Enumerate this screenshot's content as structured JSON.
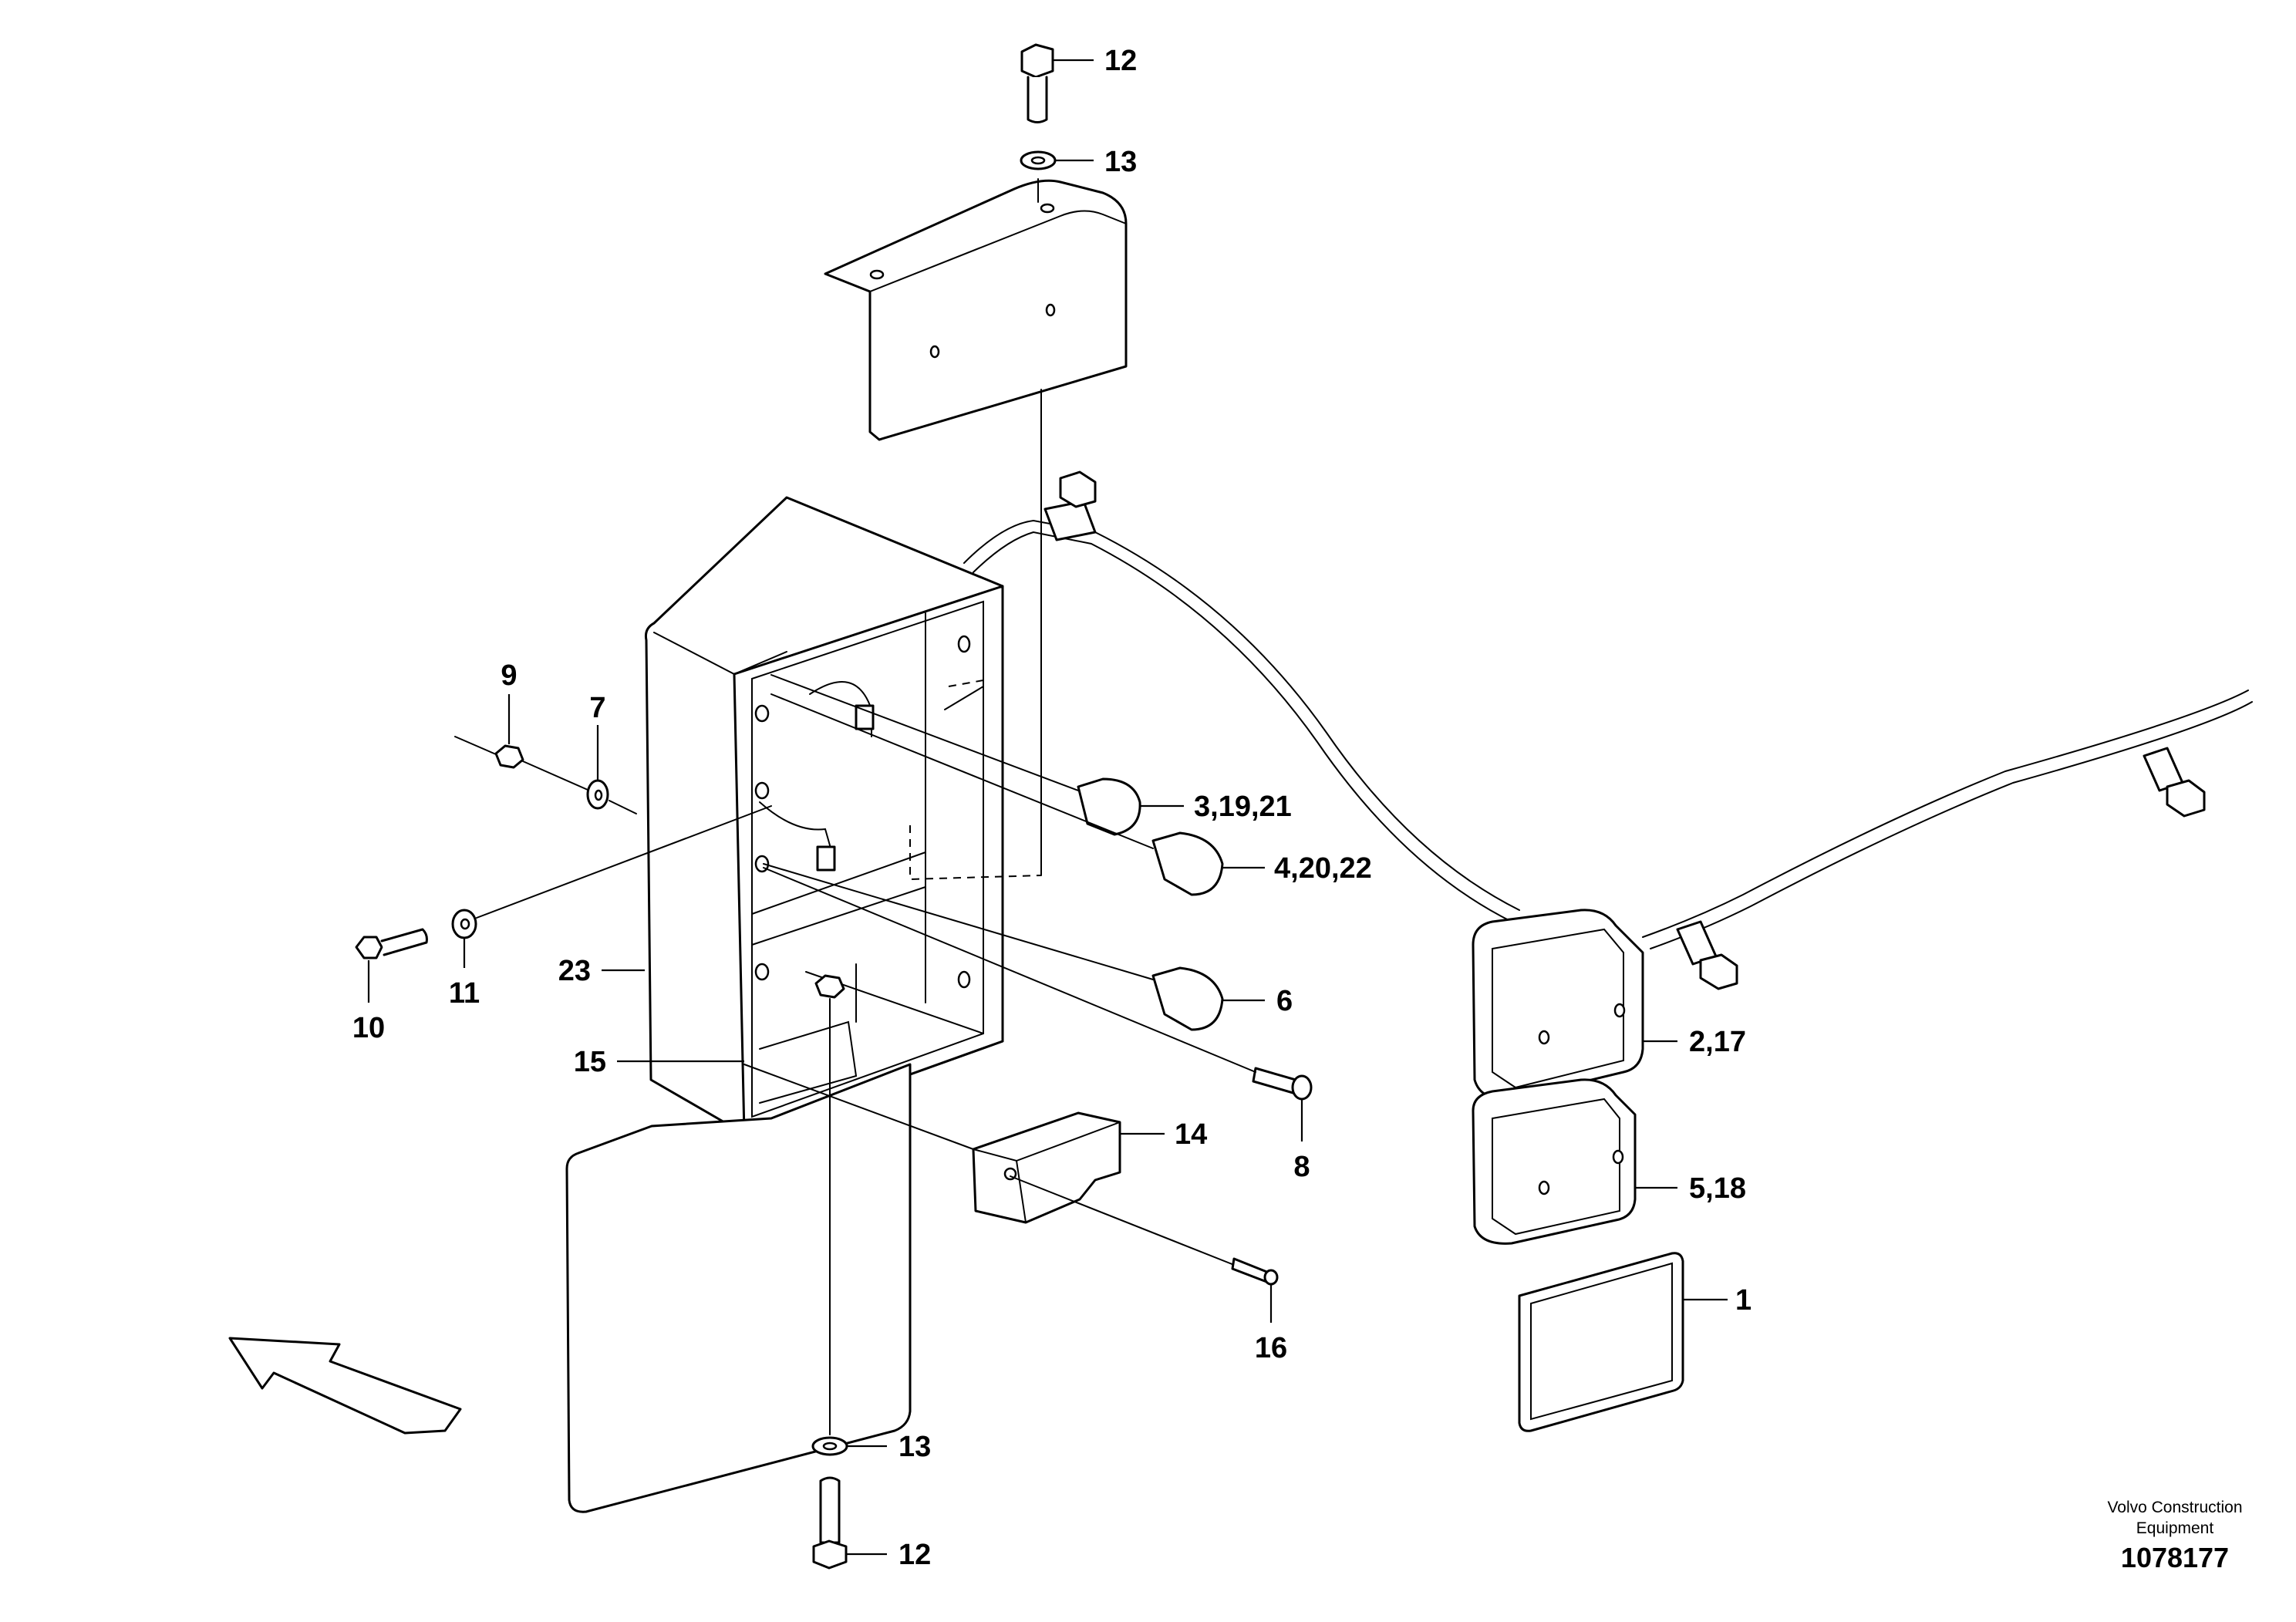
{
  "diagram": {
    "callouts": [
      {
        "id": "c12a",
        "text": "12"
      },
      {
        "id": "c13a",
        "text": "13"
      },
      {
        "id": "c9",
        "text": "9"
      },
      {
        "id": "c7",
        "text": "7"
      },
      {
        "id": "c3",
        "text": "3,19,21"
      },
      {
        "id": "c4",
        "text": "4,20,22"
      },
      {
        "id": "c6",
        "text": "6"
      },
      {
        "id": "c10",
        "text": "10"
      },
      {
        "id": "c11",
        "text": "11"
      },
      {
        "id": "c23",
        "text": "23"
      },
      {
        "id": "c15",
        "text": "15"
      },
      {
        "id": "c14",
        "text": "14"
      },
      {
        "id": "c8",
        "text": "8"
      },
      {
        "id": "c2",
        "text": "2,17"
      },
      {
        "id": "c5",
        "text": "5,18"
      },
      {
        "id": "c16",
        "text": "16"
      },
      {
        "id": "c1",
        "text": "1"
      },
      {
        "id": "c13b",
        "text": "13"
      },
      {
        "id": "c12b",
        "text": "12"
      }
    ],
    "brand_line1": "Volvo Construction",
    "brand_line2": "Equipment",
    "document_number": "1078177"
  }
}
